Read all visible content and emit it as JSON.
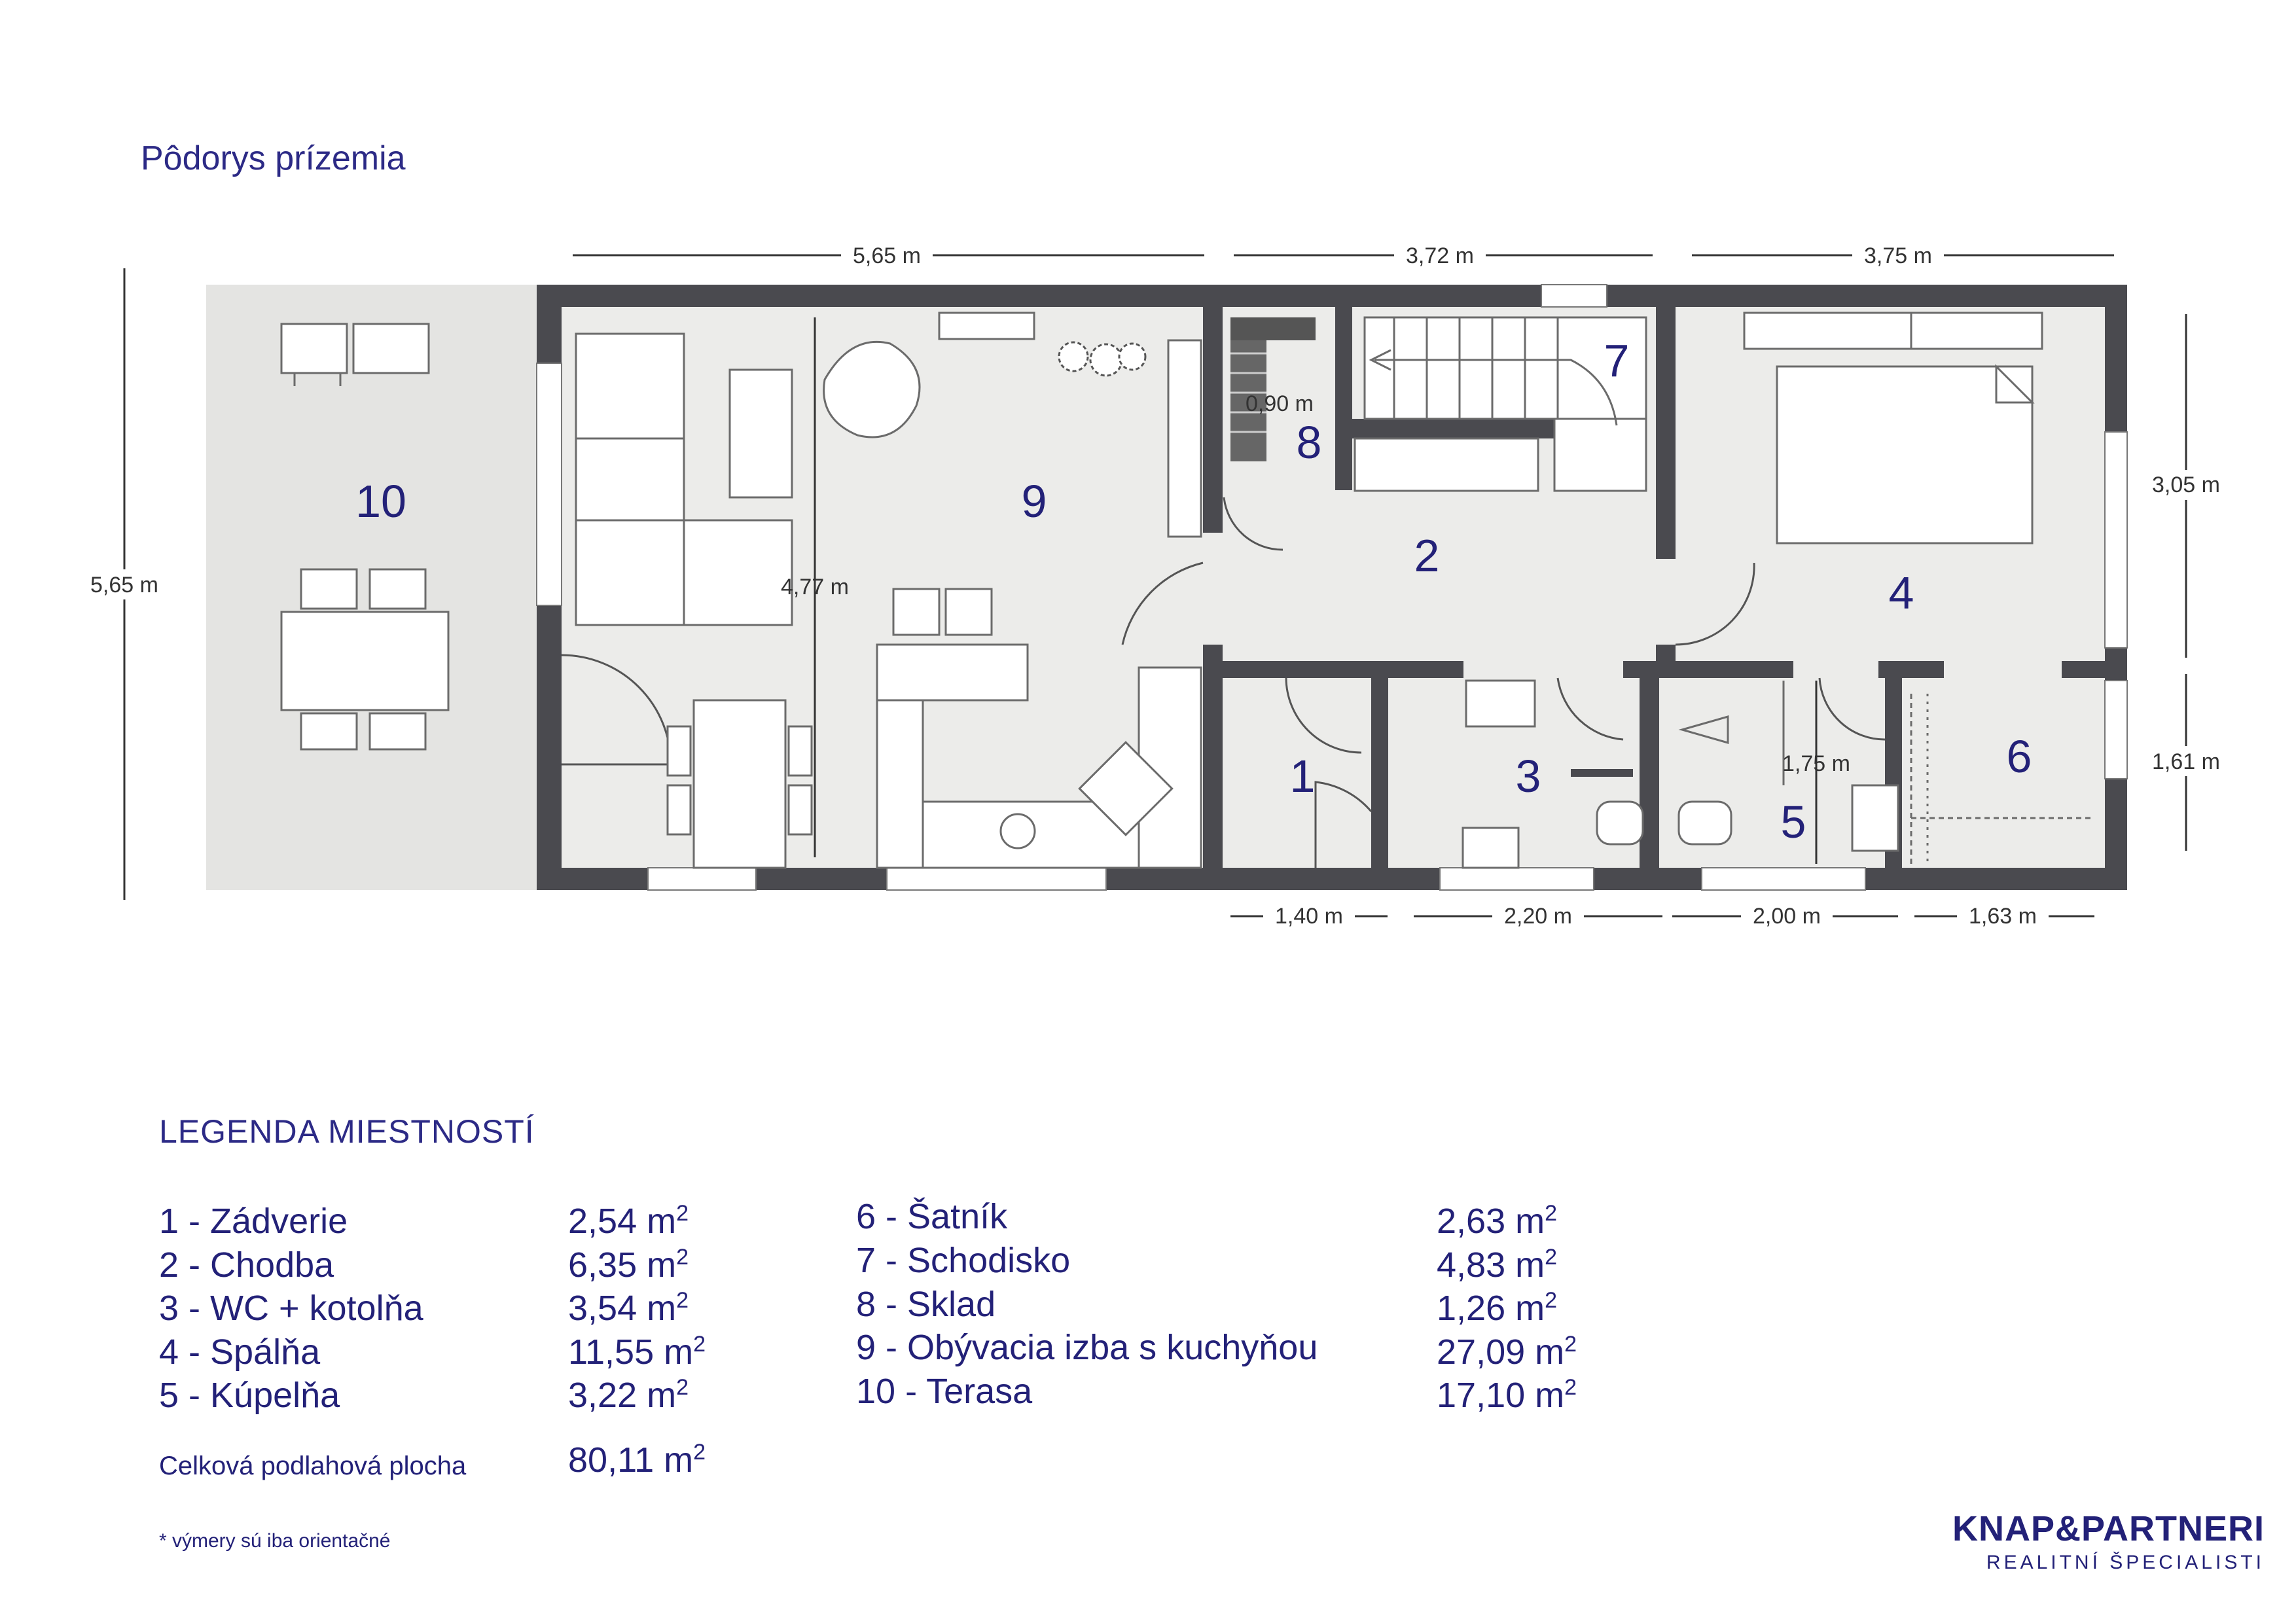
{
  "title": "Pôdorys prízemia",
  "dimensions": {
    "top": [
      "5,65 m",
      "3,72 m",
      "3,75 m"
    ],
    "left_total": "5,65 m",
    "right_upper": "3,05 m",
    "right_lower": "1,61 m",
    "bottom": [
      "1,40 m",
      "2,20 m",
      "2,00 m",
      "1,63 m"
    ],
    "living_height": "4,77 m",
    "storage_width": "0,90 m",
    "bath_height": "1,75 m"
  },
  "room_numbers": [
    "1",
    "2",
    "3",
    "4",
    "5",
    "6",
    "7",
    "8",
    "9",
    "10"
  ],
  "legend": {
    "title": "LEGENDA MIESTNOSTÍ",
    "left": [
      {
        "name": "1 - Zádverie",
        "area": "2,54 m",
        "unit_sup": "2"
      },
      {
        "name": "2 - Chodba",
        "area": "6,35 m",
        "unit_sup": "2"
      },
      {
        "name": "3 - WC + kotolňa",
        "area": "3,54 m",
        "unit_sup": "2"
      },
      {
        "name": "4 - Spálňa",
        "area": "11,55 m",
        "unit_sup": "2"
      },
      {
        "name": "5 - Kúpelňa",
        "area": "3,22 m",
        "unit_sup": "2"
      }
    ],
    "right": [
      {
        "name": "6 - Šatník",
        "area": "2,63 m",
        "unit_sup": "2"
      },
      {
        "name": "7 - Schodisko",
        "area": "4,83 m",
        "unit_sup": "2"
      },
      {
        "name": "8 - Sklad",
        "area": "1,26 m",
        "unit_sup": "2"
      },
      {
        "name": "9 - Obývacia izba s kuchyňou",
        "area": "27,09 m",
        "unit_sup": "2"
      },
      {
        "name": "10 - Terasa",
        "area": "17,10 m",
        "unit_sup": "2"
      }
    ]
  },
  "total": {
    "label": "Celková podlahová plocha",
    "value": "80,11 m",
    "unit_sup": "2"
  },
  "footnote": "*  výmery sú iba orientačné",
  "brand": {
    "name": "KNAP&PARTNERI",
    "tagline": "REALITNÍ ŠPECIALISTI"
  },
  "colors": {
    "accent": "#232178",
    "wall": "#4a4a4f",
    "floor": "#ececea",
    "terrace": "#e4e4e2"
  }
}
